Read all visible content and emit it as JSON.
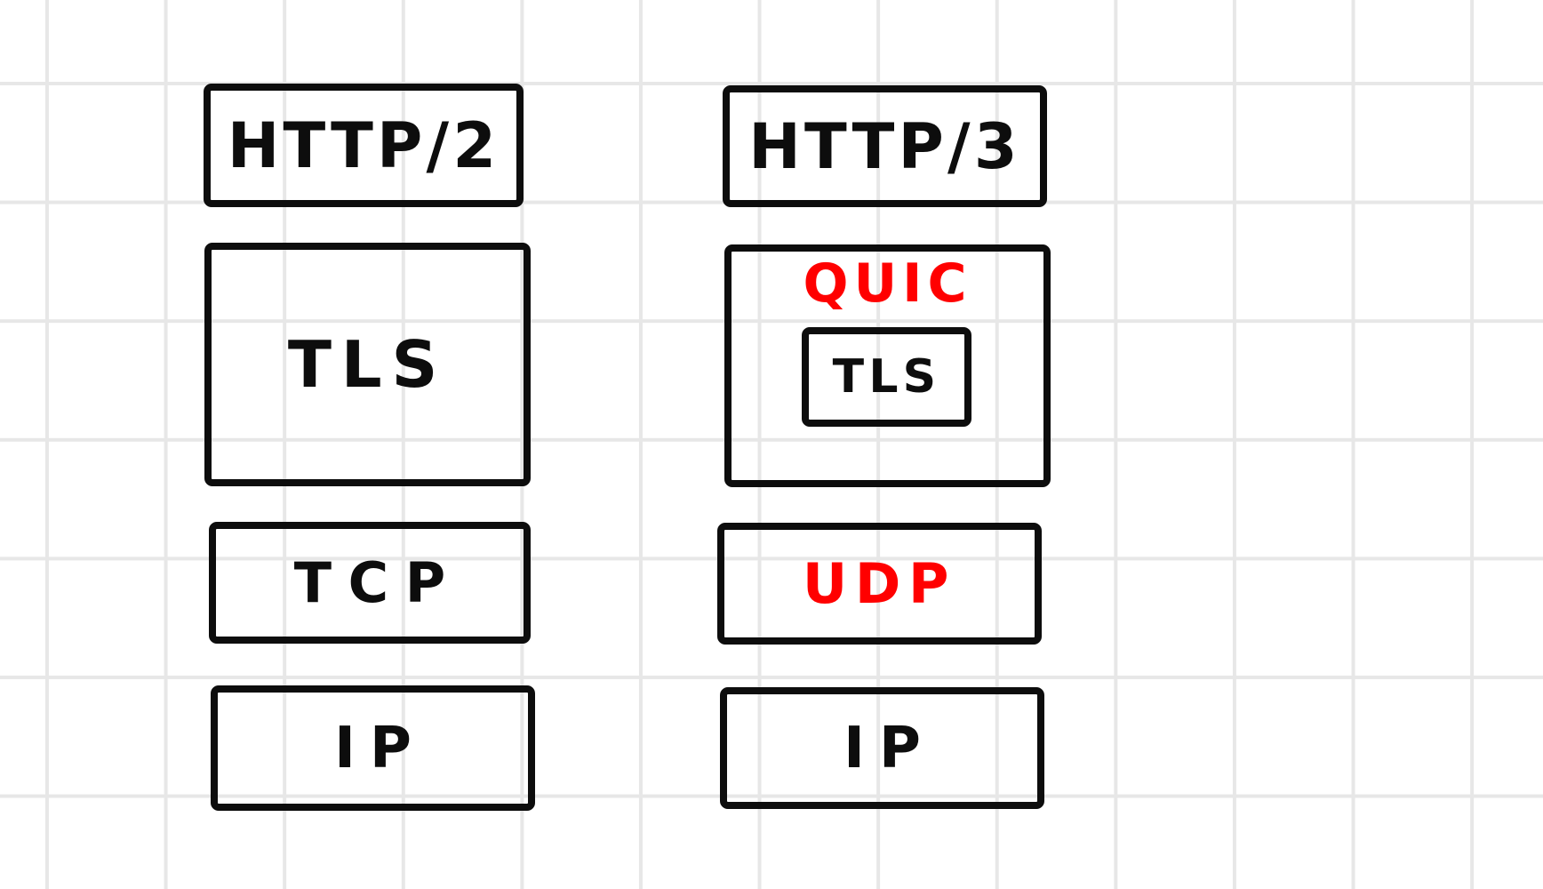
{
  "canvas": {
    "background_color": "#ffffff",
    "grid_color": "#e7e7e7",
    "stroke_color": "#0d0d0d",
    "accent_color": "#ff0000"
  },
  "diagram": {
    "description": "Hand-drawn comparison of the HTTP/2 and HTTP/3 protocol stacks on squared-paper background",
    "left_stack": {
      "http2": "HTTP/2",
      "tls": "TLS",
      "tcp": "TCP",
      "ip": "IP"
    },
    "right_stack": {
      "http3": "HTTP/3",
      "quic": "QUIC",
      "tls": "TLS",
      "udp": "UDP",
      "ip": "IP"
    }
  }
}
